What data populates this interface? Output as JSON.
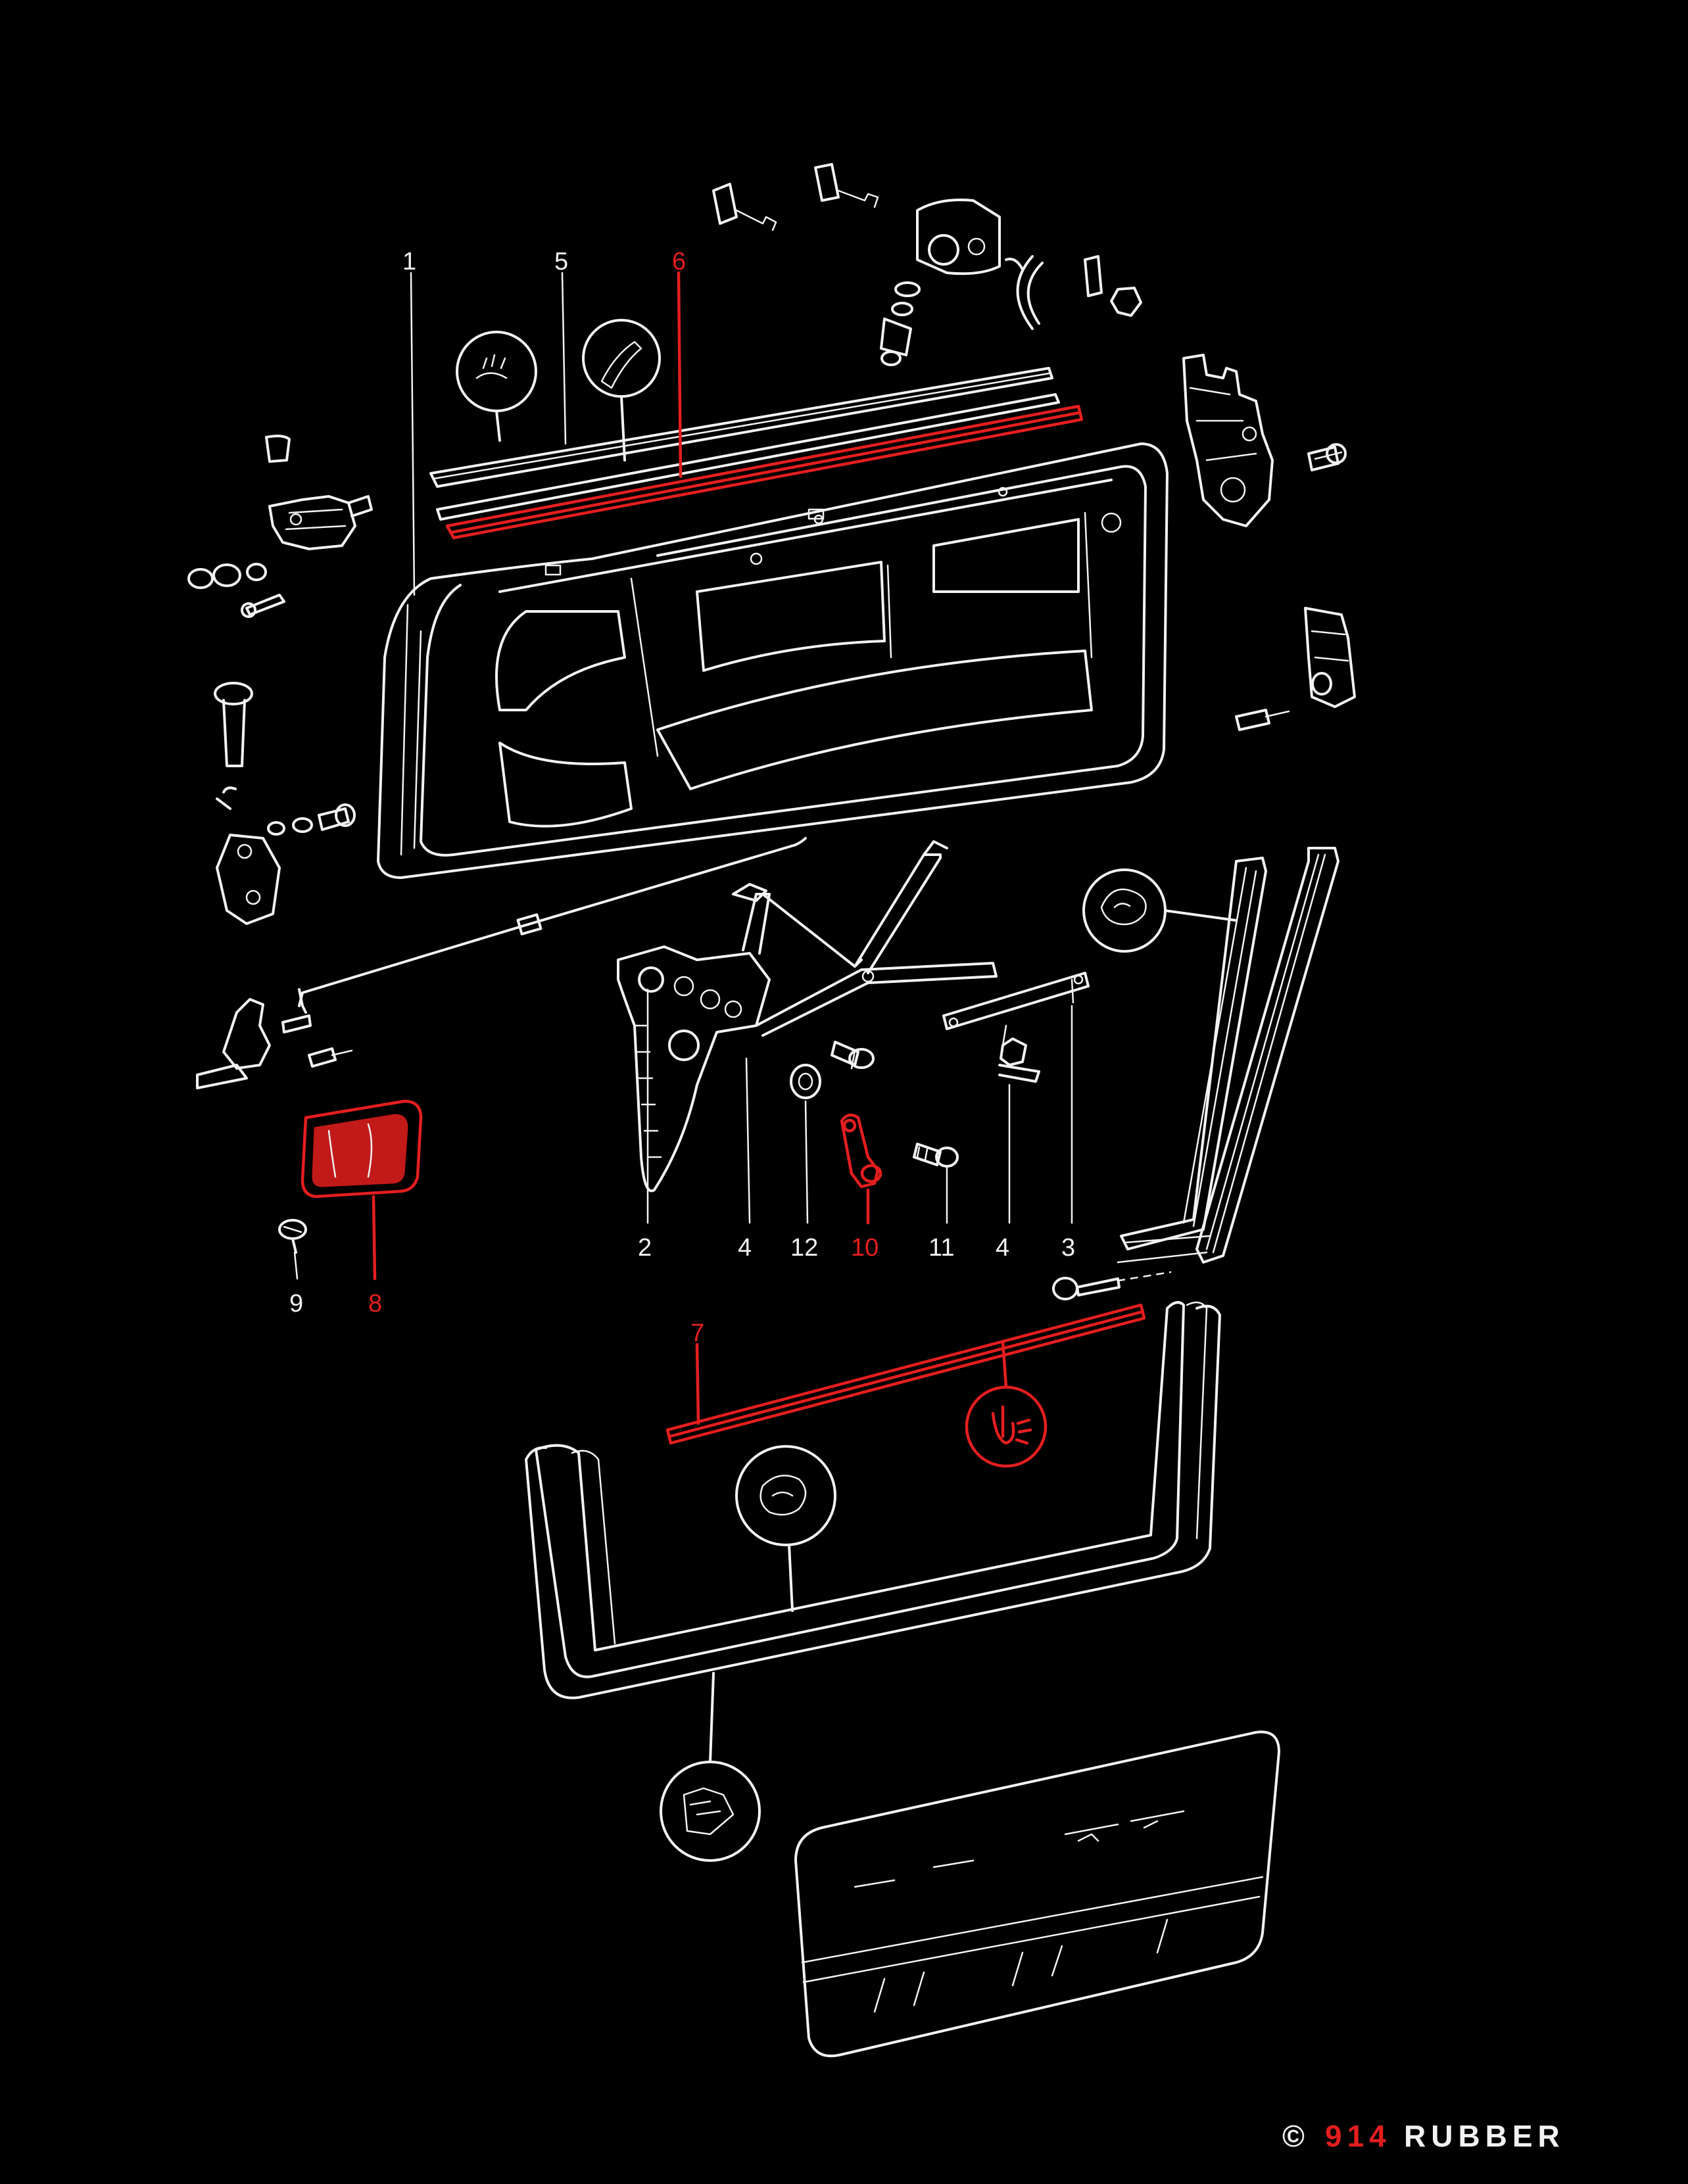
{
  "colors": {
    "background": "#000000",
    "line": "#f2f2f2",
    "highlight": "#e41e1e"
  },
  "callouts": [
    {
      "id": "1",
      "text": "1",
      "highlight": false
    },
    {
      "id": "2",
      "text": "2",
      "highlight": false
    },
    {
      "id": "3",
      "text": "3",
      "highlight": false
    },
    {
      "id": "4a",
      "text": "4",
      "highlight": false
    },
    {
      "id": "4b",
      "text": "4",
      "highlight": false
    },
    {
      "id": "5",
      "text": "5",
      "highlight": false
    },
    {
      "id": "6",
      "text": "6",
      "highlight": true
    },
    {
      "id": "7",
      "text": "7",
      "highlight": true
    },
    {
      "id": "8",
      "text": "8",
      "highlight": true
    },
    {
      "id": "9",
      "text": "9",
      "highlight": false
    },
    {
      "id": "10",
      "text": "10",
      "highlight": true
    },
    {
      "id": "11",
      "text": "11",
      "highlight": false
    },
    {
      "id": "12",
      "text": "12",
      "highlight": false
    }
  ],
  "watermark": {
    "copyright_symbol": "©",
    "brand_number": "914",
    "brand_word": "RUBBER"
  }
}
